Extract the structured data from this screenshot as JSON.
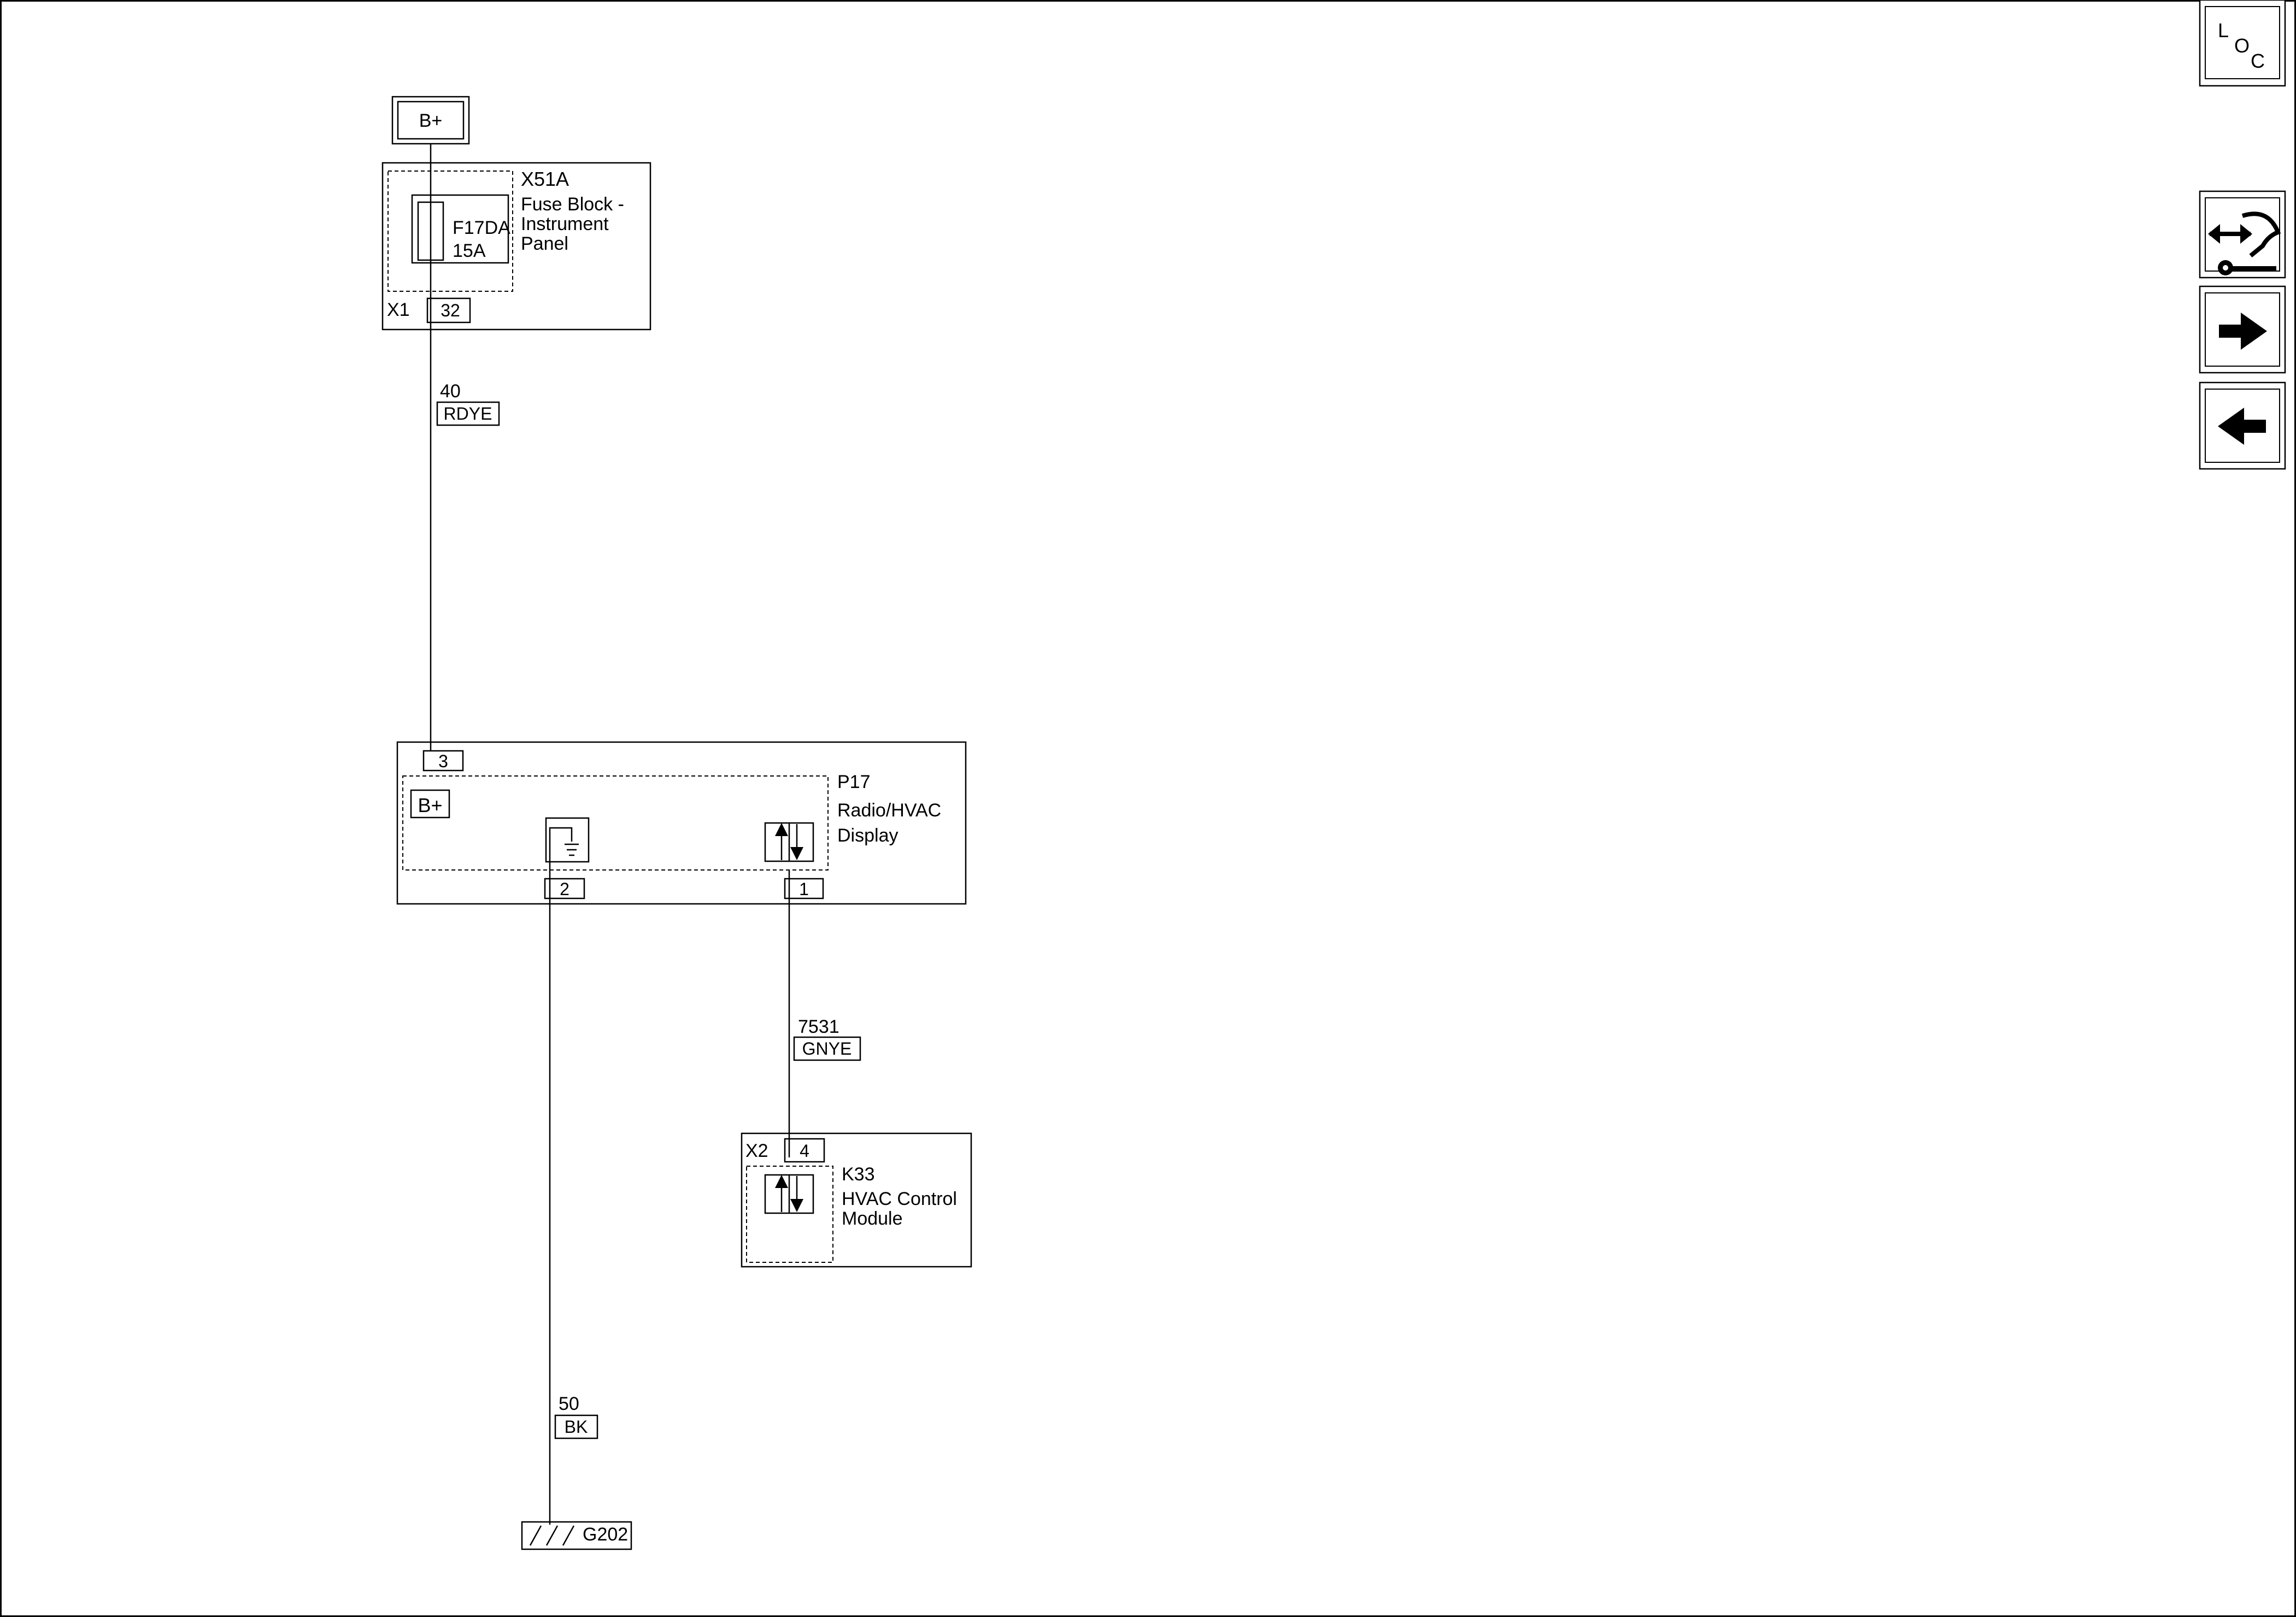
{
  "power_source": {
    "label": "B+"
  },
  "fuse_block": {
    "id": "X51A",
    "name_lines": [
      "Fuse Block -",
      "Instrument",
      "Panel"
    ],
    "fuse_id": "F17DA",
    "fuse_rating": "15A",
    "connector": "X1",
    "pin": "32"
  },
  "wire_power": {
    "circuit": "40",
    "color": "RDYE"
  },
  "radio_display": {
    "id": "P17",
    "name_lines": [
      "Radio/HVAC",
      "Display"
    ],
    "power_pin": "3",
    "internal_power_label": "B+",
    "ground_pin": "2",
    "data_pin": "1"
  },
  "wire_data": {
    "circuit": "7531",
    "color": "GNYE"
  },
  "hvac_module": {
    "id": "K33",
    "name_lines": [
      "HVAC Control",
      "Module"
    ],
    "connector": "X2",
    "pin": "4"
  },
  "wire_ground": {
    "circuit": "50",
    "color": "BK"
  },
  "ground": {
    "id": "G202"
  },
  "nav": {
    "loc_letters": [
      "L",
      "O",
      "C"
    ]
  }
}
